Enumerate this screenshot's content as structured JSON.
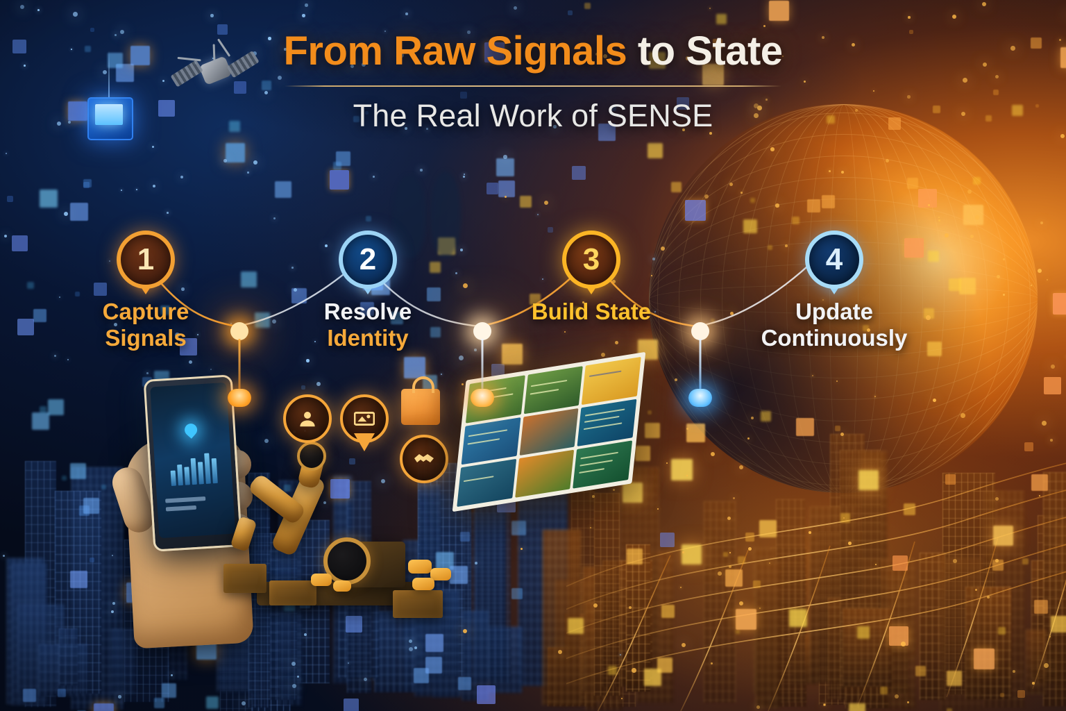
{
  "header": {
    "title_part1": "From Raw Signals",
    "title_part2": " to State",
    "subtitle": "The Real Work of SENSE"
  },
  "steps": [
    {
      "number": "1",
      "label_line1": "Capture",
      "label_line2": "Signals",
      "label_full": "Capture Signals",
      "marker_style": "orange",
      "number_color": "#FBE6B4",
      "ring_color": "#F2A033",
      "label_color": "#F5A93A"
    },
    {
      "number": "2",
      "label_line1": "Resolve",
      "label_line2": "Identity",
      "label_full": "Resolve Identity",
      "marker_style": "blue",
      "number_color": "#FFFFFF",
      "ring_color": "#9CD4F5",
      "label_color_line1": "#F2F3F5",
      "label_color_line2": "#F5A93A"
    },
    {
      "number": "3",
      "label_line1": "Build State",
      "label_line2": "",
      "label_full": "Build State",
      "marker_style": "gold",
      "number_color": "#FFD65E",
      "ring_color": "#FBB525",
      "label_color": "#FFC22E"
    },
    {
      "number": "4",
      "label_line1": "Update",
      "label_line2": "Continuously",
      "label_full": "Update Continuously",
      "marker_style": "navy",
      "number_color": "#DBEEFB",
      "ring_color": "#A8DCF7",
      "label_color": "#F2F3F5"
    }
  ],
  "identity_icons": [
    {
      "name": "user-profile-icon",
      "glyph": "👤"
    },
    {
      "name": "id-card-icon",
      "glyph": "📇"
    },
    {
      "name": "shopping-bag-icon",
      "glyph": "🛍"
    },
    {
      "name": "handshake-icon",
      "glyph": "🤝"
    }
  ],
  "scene": {
    "satellite": "satellite-icon",
    "sensor_panel": "sensor-display-icon",
    "phone": "smartphone-device",
    "phone_screen_pin": "map-location-pin",
    "robot_arm": "robotic-arm",
    "dashboard": "data-dashboard-panel",
    "globe": "glowing-data-globe",
    "skyline": "city-skyline",
    "silhouettes": "people-silhouettes",
    "mesh_wave": "data-mesh-wave"
  },
  "palette": {
    "accent_orange": "#F28C1B",
    "accent_gold": "#FFC22E",
    "accent_amber": "#F5A93A",
    "accent_blue": "#9CD4F5",
    "cream": "#F4EFE6",
    "subtitle_gray": "#E8E8E6",
    "rule_gold": "#D6B070",
    "deep_navy": "#04070f",
    "fire_orange": "#B35A14"
  }
}
